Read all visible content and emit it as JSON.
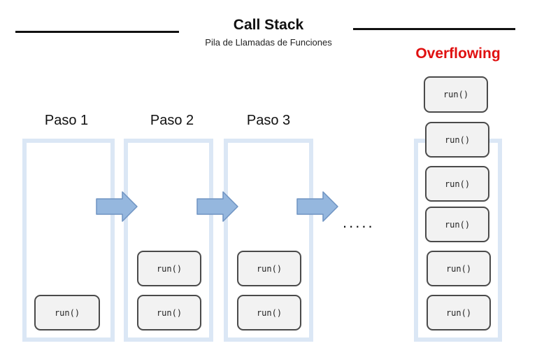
{
  "header": {
    "title": "Call Stack",
    "subtitle": "Pila de Llamadas de Funciones"
  },
  "overflow_label": "Overflowing",
  "steps": [
    {
      "label": "Paso 1",
      "frame_count": 1
    },
    {
      "label": "Paso 2",
      "frame_count": 2
    },
    {
      "label": "Paso 3",
      "frame_count": 2
    }
  ],
  "overflow_stack": {
    "frame_count": 6
  },
  "frame_label": "run()",
  "ellipsis": ".....",
  "colors": {
    "stack_border": "#dbe7f5",
    "arrow_fill": "#95b7de",
    "arrow_stroke": "#6f93c2",
    "overflow_text": "#e01010",
    "frame_fill": "#f2f2f2",
    "frame_border": "#4a4a4a"
  }
}
